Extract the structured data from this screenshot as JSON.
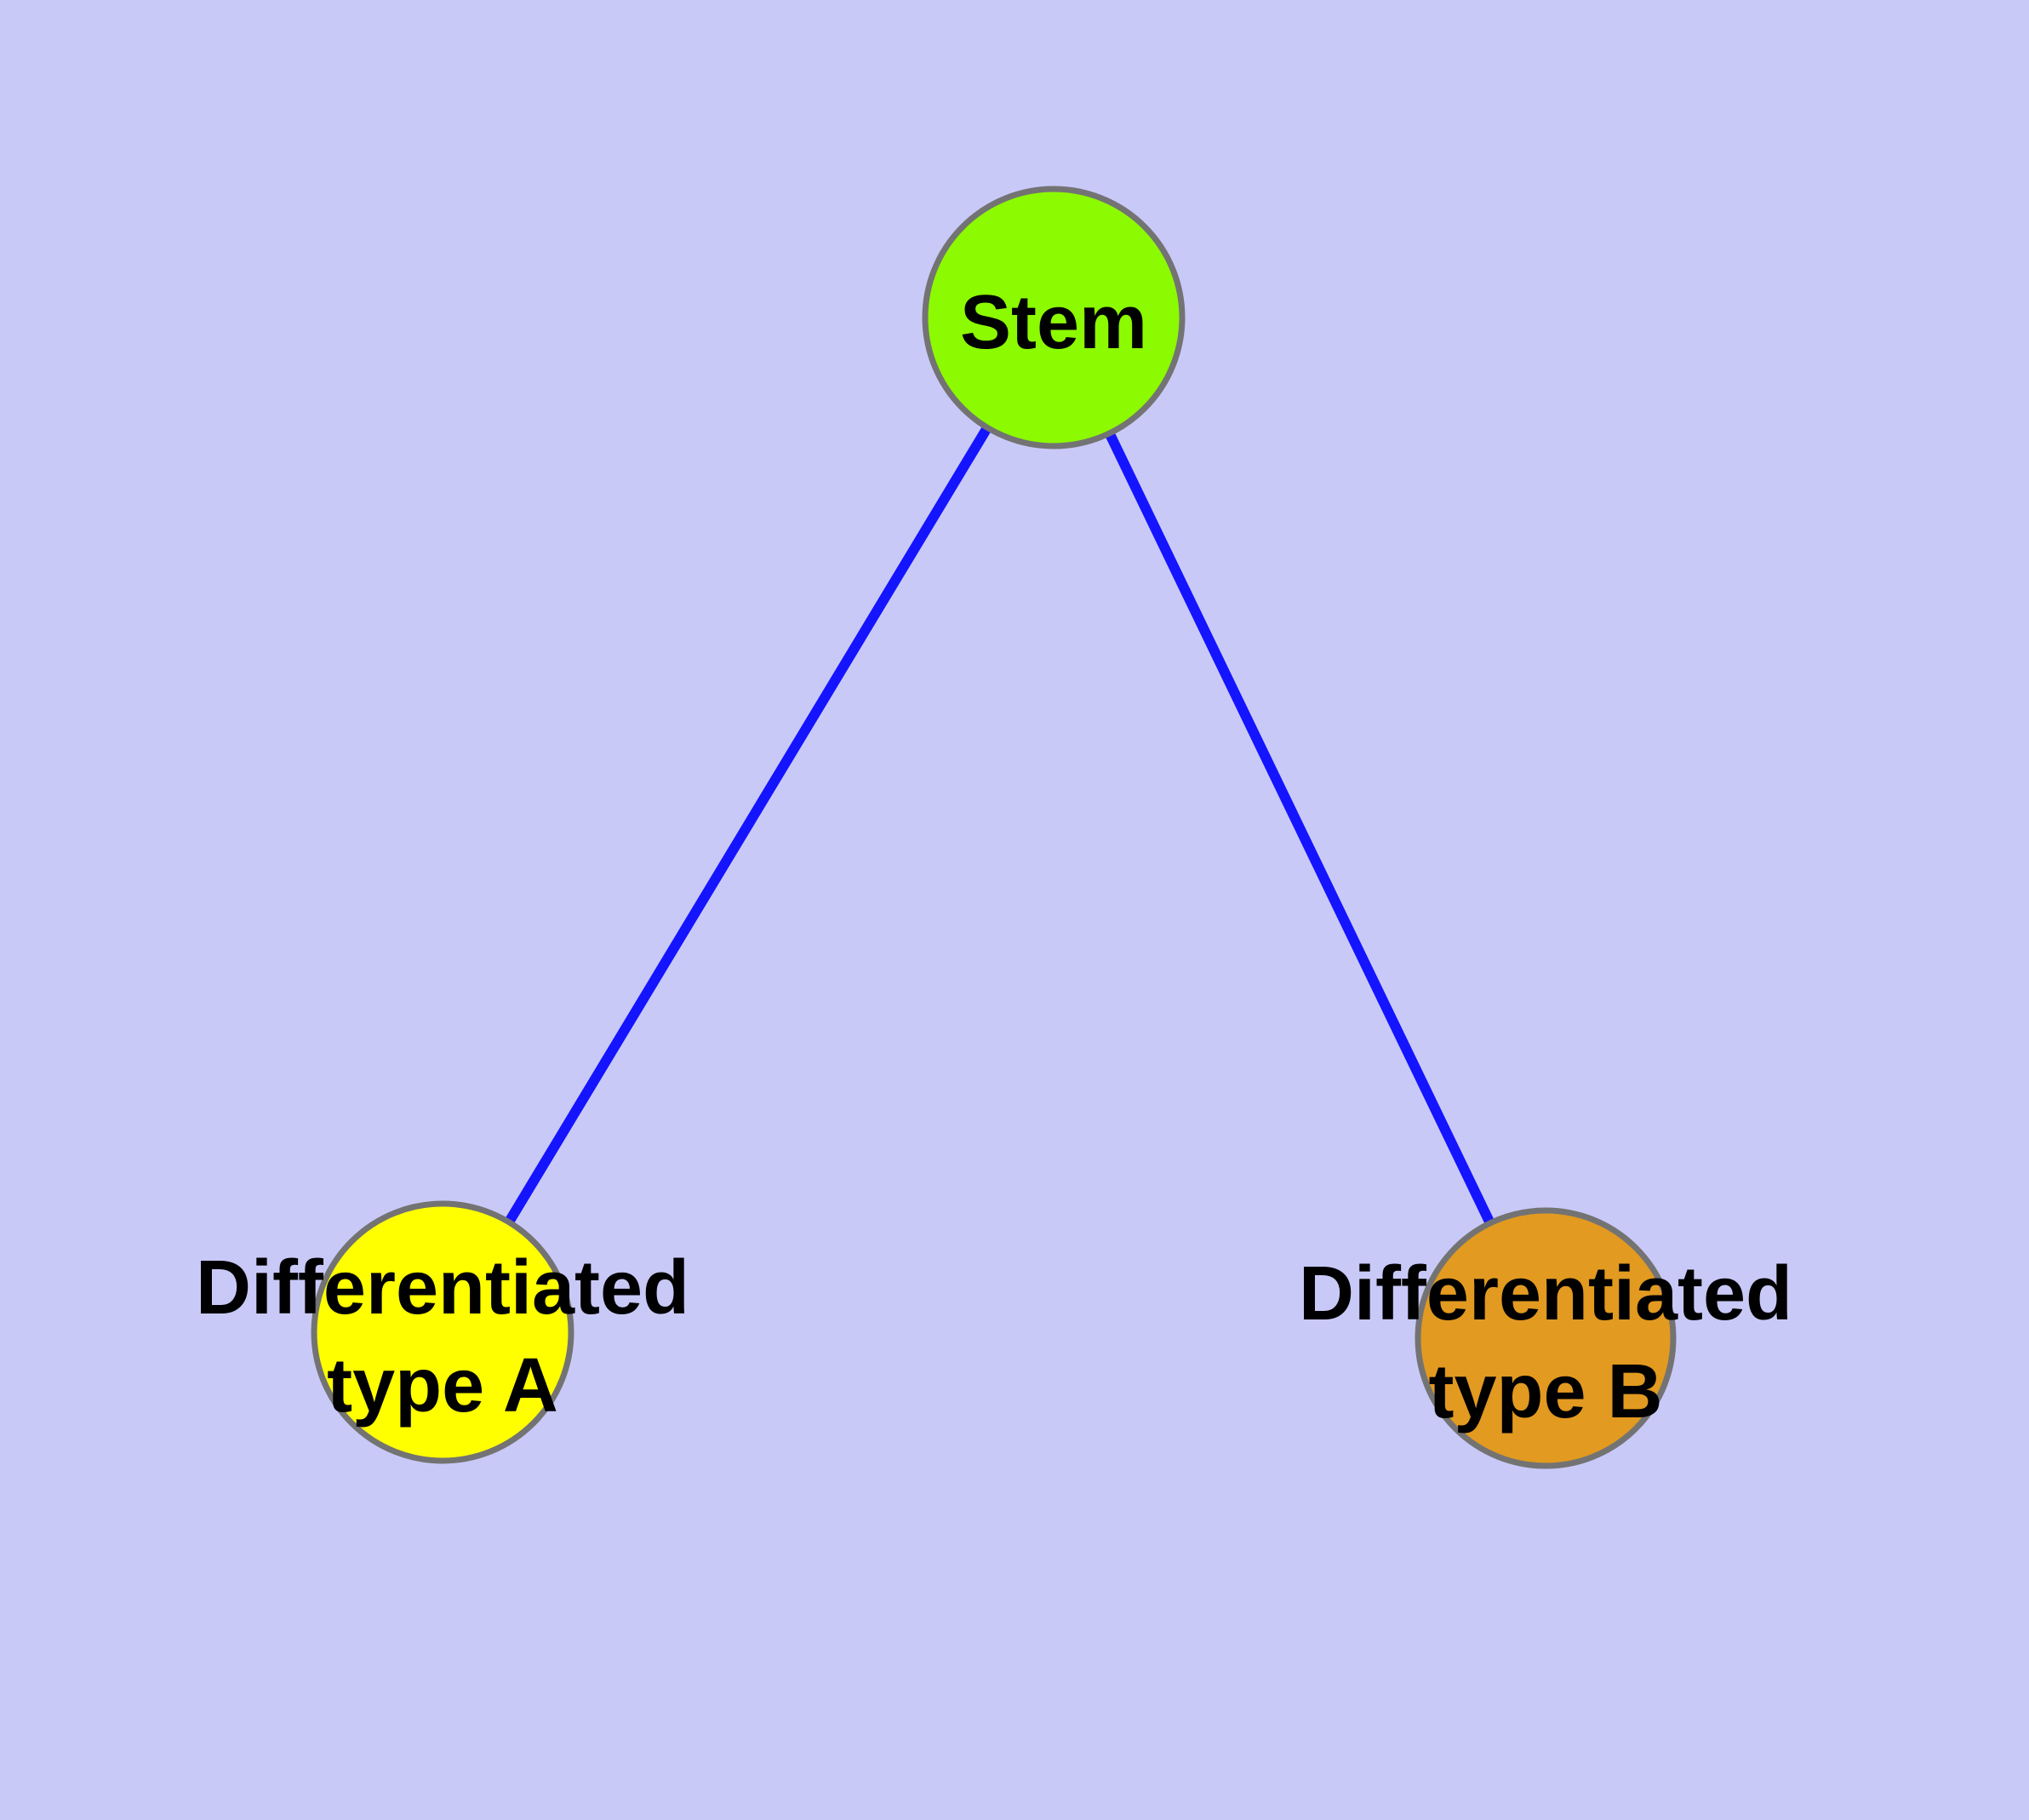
{
  "diagram": {
    "background_color": "#c9c9f8",
    "edge_color": "#1414ff",
    "node_border_color": "#737373",
    "text_color": "#000000",
    "nodes": {
      "stem": {
        "label": "Stem",
        "fill": "#8cfa00"
      },
      "type_a": {
        "label_line1": "Differentiated",
        "label_line2": "type A",
        "fill": "#ffff00"
      },
      "type_b": {
        "label_line1": "Differentiated",
        "label_line2": "type B",
        "fill": "#e29a20"
      }
    },
    "edges": [
      {
        "from": "Stem",
        "to": "Differentiated type A"
      },
      {
        "from": "Stem",
        "to": "Differentiated type B"
      }
    ]
  }
}
